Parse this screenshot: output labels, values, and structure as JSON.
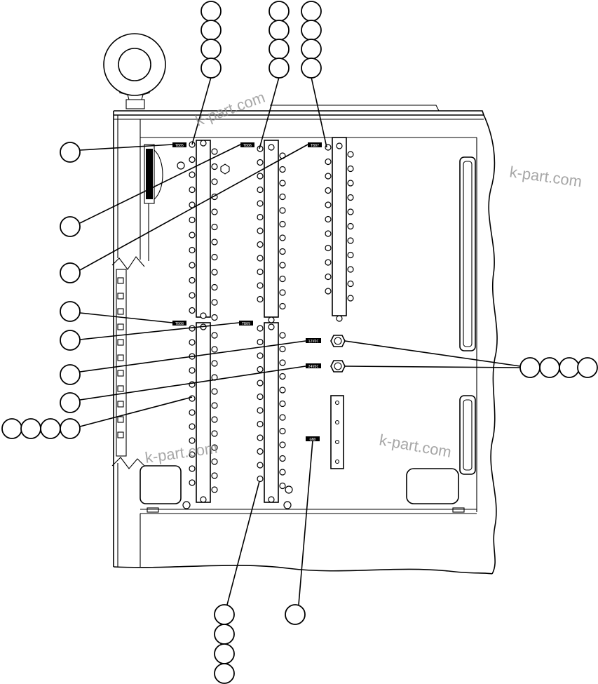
{
  "watermarks": [
    "k-part.com",
    "k-part.com",
    "k-part.com",
    "k-part.com"
  ],
  "tags": {
    "tb05": "TB05",
    "tb06": "TB06",
    "tb07": "TB07",
    "tb08": "TB08",
    "tb09": "TB09",
    "v12dc": "12VDC",
    "v24dc": "24VDC",
    "gnd": "GND"
  },
  "colors": {
    "line": "#000000",
    "watermark": "#8a8a8a",
    "background": "#ffffff"
  }
}
